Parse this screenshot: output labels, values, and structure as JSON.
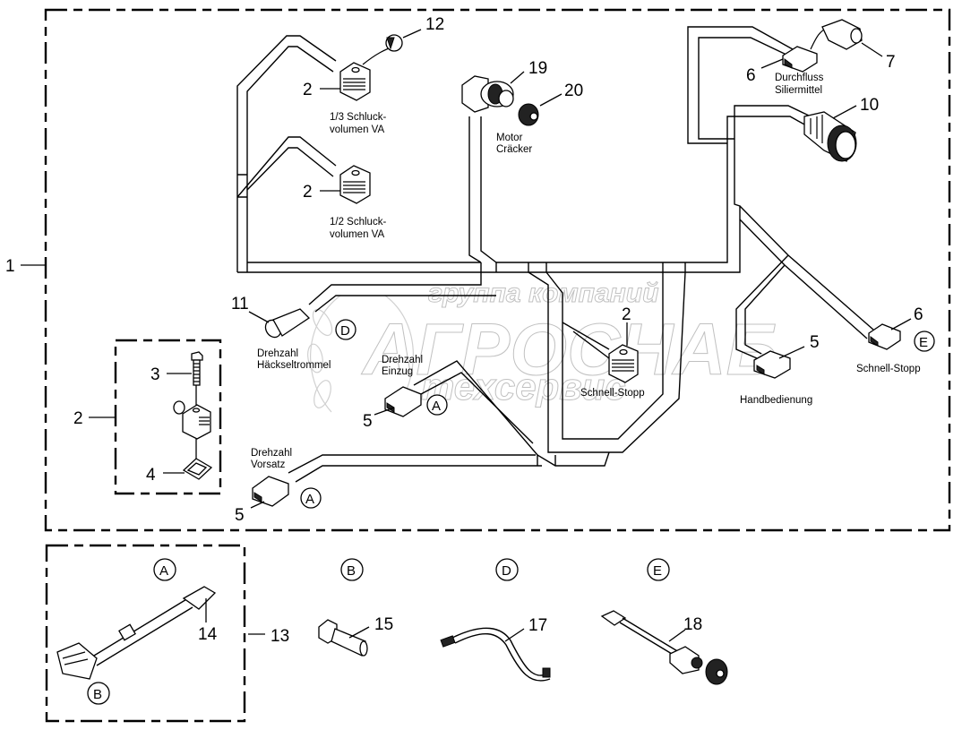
{
  "diagram": {
    "watermark": {
      "line1": "группа компаний",
      "line2": "АГРОСНАБ",
      "line3": "техсервис"
    },
    "callouts": {
      "assembly_main": "1",
      "coil_top": "2",
      "coil_middle": "2",
      "coil_schnell_stopp": "2",
      "detail_group": "2",
      "screw": "3",
      "seal": "4",
      "connector_einzug": "5",
      "connector_vorsatz": "5",
      "connector_handbedienung": "5",
      "connector_durchfluss": "6",
      "connector_schnell_stopp": "6",
      "plug_durchfluss": "7",
      "round_connector": "10",
      "sensor_haeckseltrommel": "11",
      "plug_top": "12",
      "adapter_assembly": "13",
      "adapter_cable": "14",
      "bolt": "15",
      "cable_d": "17",
      "cable_e": "18",
      "angle_connector": "19",
      "cap": "20"
    },
    "captions": {
      "schluck_13_line1": "1/3 Schluck-",
      "schluck_13_line2": "volumen VA",
      "schluck_12_line1": "1/2 Schluck-",
      "schluck_12_line2": "volumen VA",
      "motor_line1": "Motor",
      "motor_line2": "Cräcker",
      "durchfluss_line1": "Durchfluss",
      "durchfluss_line2": "Siliermittel",
      "haeckseltrommel_line1": "Drehzahl",
      "haeckseltrommel_line2": "Häckseltrommel",
      "einzug_line1": "Drehzahl",
      "einzug_line2": "Einzug",
      "vorsatz_line1": "Drehzahl",
      "vorsatz_line2": "Vorsatz",
      "schnell_stopp_center": "Schnell-Stopp",
      "schnell_stopp_right": "Schnell-Stopp",
      "handbedienung": "Handbedienung"
    },
    "reference_letters": {
      "d_main": "D",
      "a_einzug": "A",
      "a_vorsatz": "A",
      "e_main": "E",
      "a_detail": "A",
      "b_detail": "B",
      "b_header": "B",
      "d_header": "D",
      "e_header": "E"
    }
  }
}
